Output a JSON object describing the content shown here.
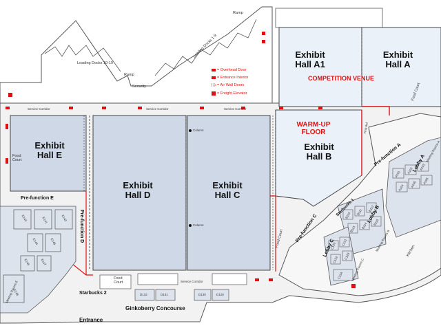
{
  "halls": {
    "a1": "Exhibit Hall A1",
    "a": "Exhibit Hall A",
    "b": "Exhibit Hall B",
    "c": "Exhibit Hall C",
    "d": "Exhibit Hall D",
    "e": "Exhibit Hall E"
  },
  "venue_labels": {
    "competition": "COMPETITION VENUE",
    "warmup": "WARM-UP FLOOR"
  },
  "areas": {
    "loading_docks_1_9": "Loading Docks 1-9",
    "loading_docks_10_19": "Loading Docks 10-19",
    "ramp_top": "Ramp",
    "ramp_security": "Ramp",
    "security": "Security",
    "service_corridor_1": "Service Corridor",
    "service_corridor_2": "Service Corridor",
    "service_corridor_3": "Service Corridor",
    "service_corridor_bottom": "Service Corridor",
    "food_court_e": "Food Court",
    "food_court_a": "Food Court",
    "food_court_c": "Food Court",
    "food_court_d": "Food Court",
    "first_aid": "First Aid",
    "prefunction_e": "Pre-function E",
    "prefunction_d": "Pre-function D",
    "prefunction_c": "Pre-function C",
    "prefunction_a": "Pre-function A",
    "lobby_a": "Lobby A",
    "lobby_b": "Lobby B",
    "lobby_c": "Lobby C",
    "starbucks_1": "Starbucks 1",
    "starbucks_2": "Starbucks 2",
    "ginkoberry": "Ginkoberry Concourse",
    "entrance": "Entrance",
    "kitchen": "Kitchen",
    "column_1": "Column",
    "column_2": "Column",
    "meeting_rooms_a": "Meeting Rooms A",
    "meeting_rooms_b": "Meeting Rooms B",
    "meeting_rooms_c": "Meeting Rooms C",
    "meeting_rooms_e": "Meeting Rooms E"
  },
  "rooms": {
    "d132": "D132",
    "d131": "D131",
    "d130": "D130",
    "d129": "D129",
    "e141": "E141",
    "e142": "E142",
    "e143": "E143",
    "e144": "E144",
    "e145": "E145",
    "e146": "E146",
    "e147": "E147",
    "e148": "E148",
    "c120": "C120",
    "c121": "C121",
    "c122": "C122",
    "c123": "C123",
    "c124": "C124",
    "b110": "B110",
    "b111": "B111",
    "b112": "B112",
    "b113": "B113",
    "b114": "B114",
    "b115": "B115",
    "a101": "A101",
    "a102": "A102",
    "a103": "A103",
    "a104": "A104",
    "a105": "A105",
    "a106": "A106"
  },
  "legend": {
    "overhead_door": "= Overhead Door",
    "entrance_interior": "= Entrance Interior",
    "air_wall_doors": "= Air Wall Doors",
    "freight_elevator": "= Freight Elevator"
  },
  "colors": {
    "hall_fill": "#cfd8e6",
    "hall_fill_light": "#eaf1f8",
    "corridor": "#eeeeee",
    "wall": "#444444",
    "accent_red": "#dd1111",
    "room_fill": "#dde3ec"
  }
}
